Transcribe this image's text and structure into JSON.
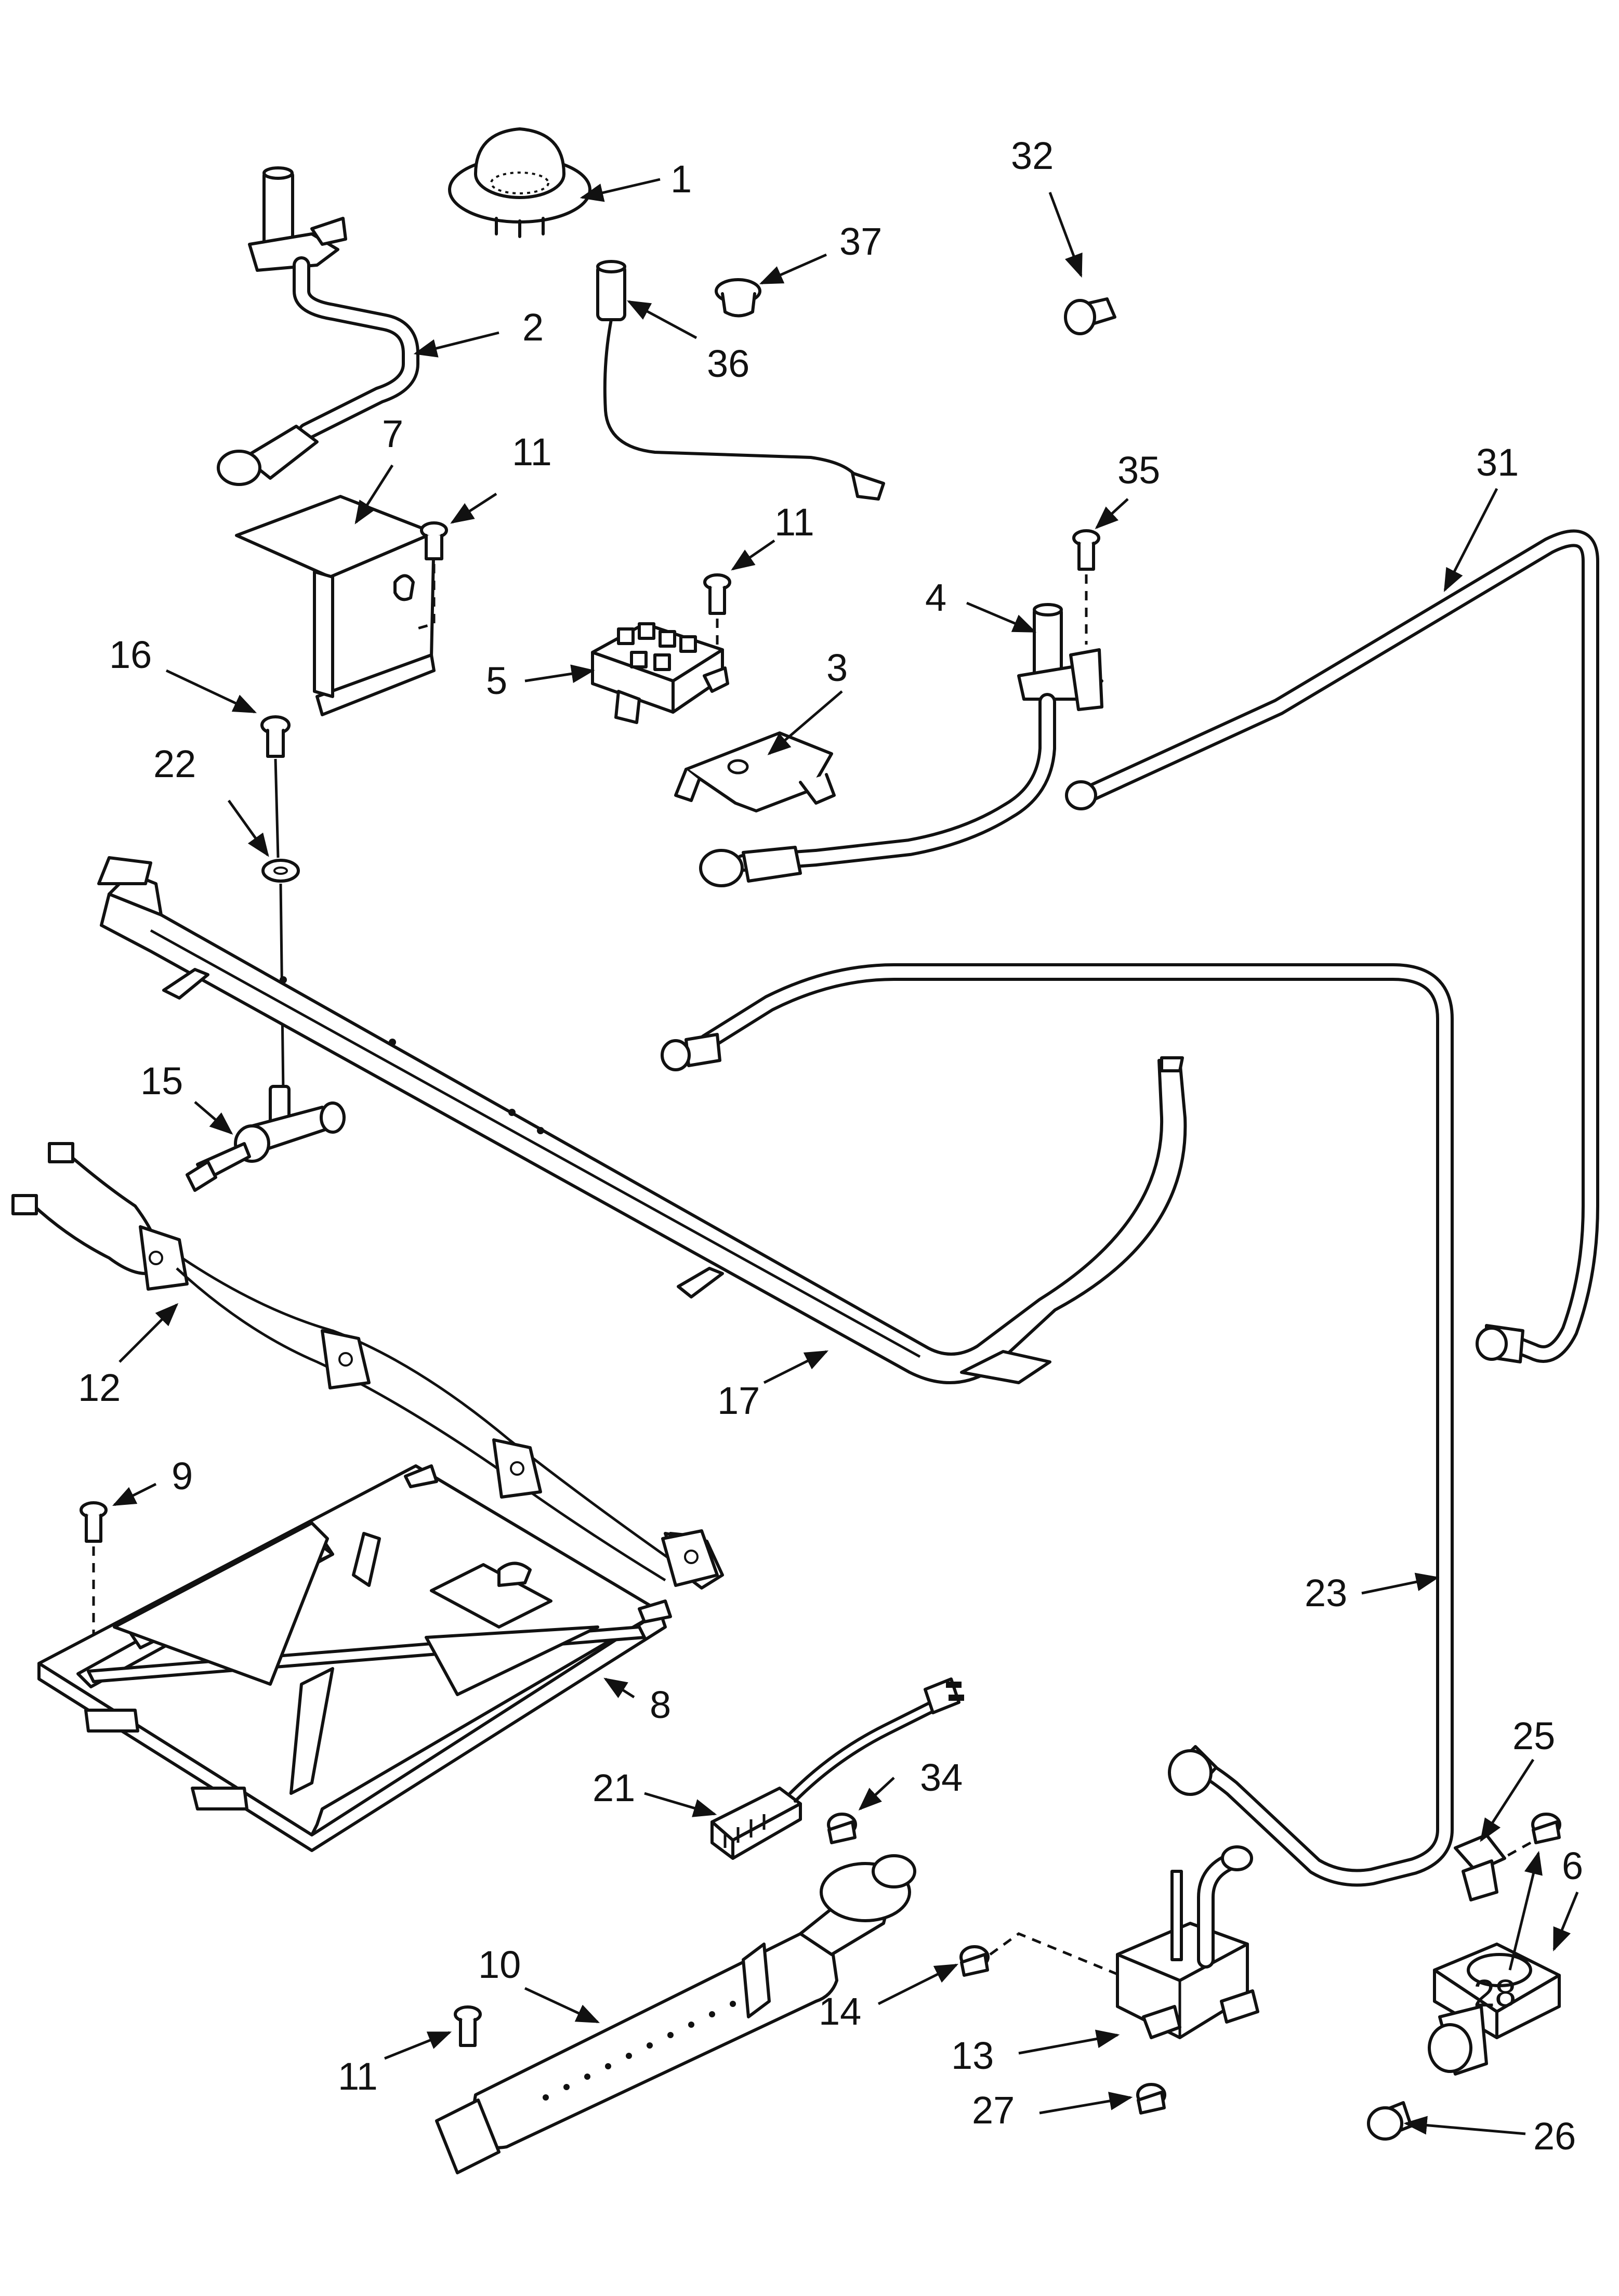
{
  "callouts": [
    {
      "id": "1",
      "label": "1"
    },
    {
      "id": "2",
      "label": "2"
    },
    {
      "id": "3",
      "label": "3"
    },
    {
      "id": "4",
      "label": "4"
    },
    {
      "id": "5",
      "label": "5"
    },
    {
      "id": "6",
      "label": "6"
    },
    {
      "id": "7",
      "label": "7"
    },
    {
      "id": "8",
      "label": "8"
    },
    {
      "id": "9",
      "label": "9"
    },
    {
      "id": "10",
      "label": "10"
    },
    {
      "id": "11a",
      "label": "11"
    },
    {
      "id": "11b",
      "label": "11"
    },
    {
      "id": "11c",
      "label": "11"
    },
    {
      "id": "12",
      "label": "12"
    },
    {
      "id": "13",
      "label": "13"
    },
    {
      "id": "14",
      "label": "14"
    },
    {
      "id": "15",
      "label": "15"
    },
    {
      "id": "16",
      "label": "16"
    },
    {
      "id": "17",
      "label": "17"
    },
    {
      "id": "21",
      "label": "21"
    },
    {
      "id": "22",
      "label": "22"
    },
    {
      "id": "23",
      "label": "23"
    },
    {
      "id": "25",
      "label": "25"
    },
    {
      "id": "26",
      "label": "26"
    },
    {
      "id": "27",
      "label": "27"
    },
    {
      "id": "28",
      "label": "28"
    },
    {
      "id": "31",
      "label": "31"
    },
    {
      "id": "32",
      "label": "32"
    },
    {
      "id": "34",
      "label": "34"
    },
    {
      "id": "35",
      "label": "35"
    },
    {
      "id": "36",
      "label": "36"
    },
    {
      "id": "37",
      "label": "37"
    }
  ]
}
